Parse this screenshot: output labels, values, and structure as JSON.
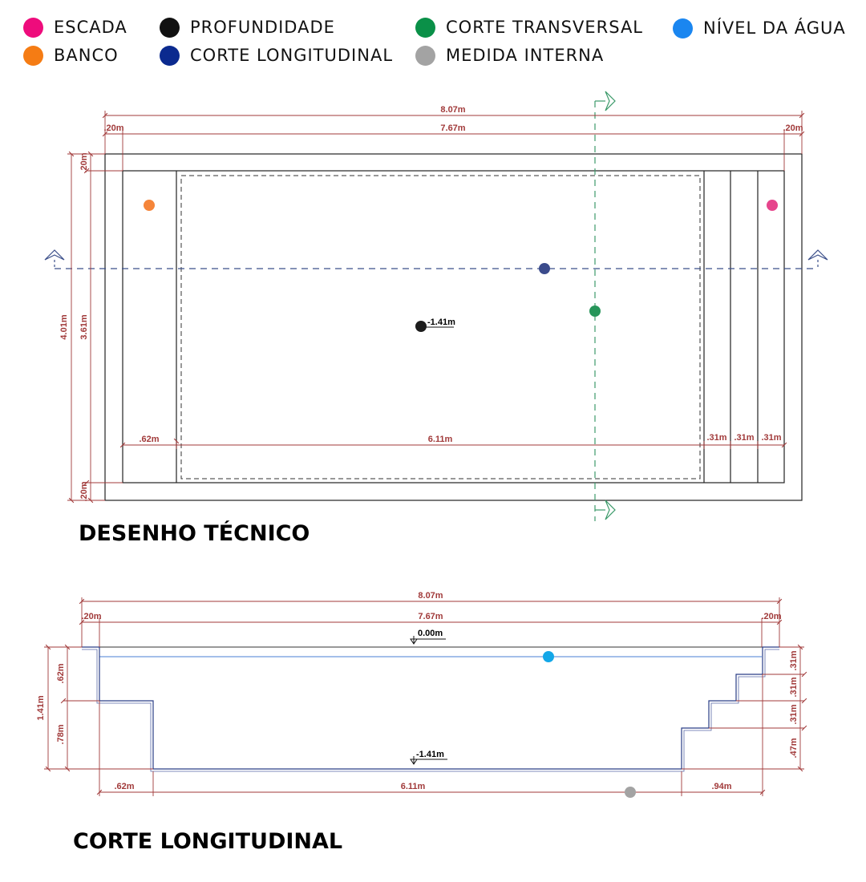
{
  "legend": [
    {
      "label": "ESCADA",
      "color": "#ee0c7c"
    },
    {
      "label": "PROFUNDIDADE",
      "color": "#111111"
    },
    {
      "label": "CORTE TRANSVERSAL",
      "color": "#0a9048"
    },
    {
      "label": "NÍVEL DA ÁGUA",
      "color": "#1a86f0"
    },
    {
      "label": "BANCO",
      "color": "#f57c14"
    },
    {
      "label": "CORTE LONGITUDINAL",
      "color": "#0b2a8f"
    },
    {
      "label": "MEDIDA INTERNA",
      "color": "#a3a3a3"
    }
  ],
  "plan": {
    "title": "DESENHO TÉCNICO",
    "dims": {
      "total_length": "8.07m",
      "inner_length": "7.67m",
      "border_left": ".20m",
      "border_right": ".20m",
      "border_top": ".20m",
      "border_bottom": ".20m",
      "total_width": "4.01m",
      "inner_width": "3.61m",
      "bench": ".62m",
      "main": "6.11m",
      "step1": ".31m",
      "step2": ".31m",
      "step3": ".31m"
    },
    "depth_label": "-1.41m"
  },
  "section": {
    "title": "CORTE LONGITUDINAL",
    "dims": {
      "total_length": "8.07m",
      "inner_length": "7.67m",
      "border_left": ".20m",
      "border_right": ".20m",
      "total_depth": "1.41m",
      "bench_height": ".62m",
      "below_bench": ".78m",
      "step1": ".31m",
      "step2": ".31m",
      "step3": ".31m",
      "step_base": ".47m",
      "bench_len": ".62m",
      "main_len": "6.11m",
      "stairs_len": ".94m"
    },
    "top_level": "0.00m",
    "bottom_level": "-1.41m"
  }
}
